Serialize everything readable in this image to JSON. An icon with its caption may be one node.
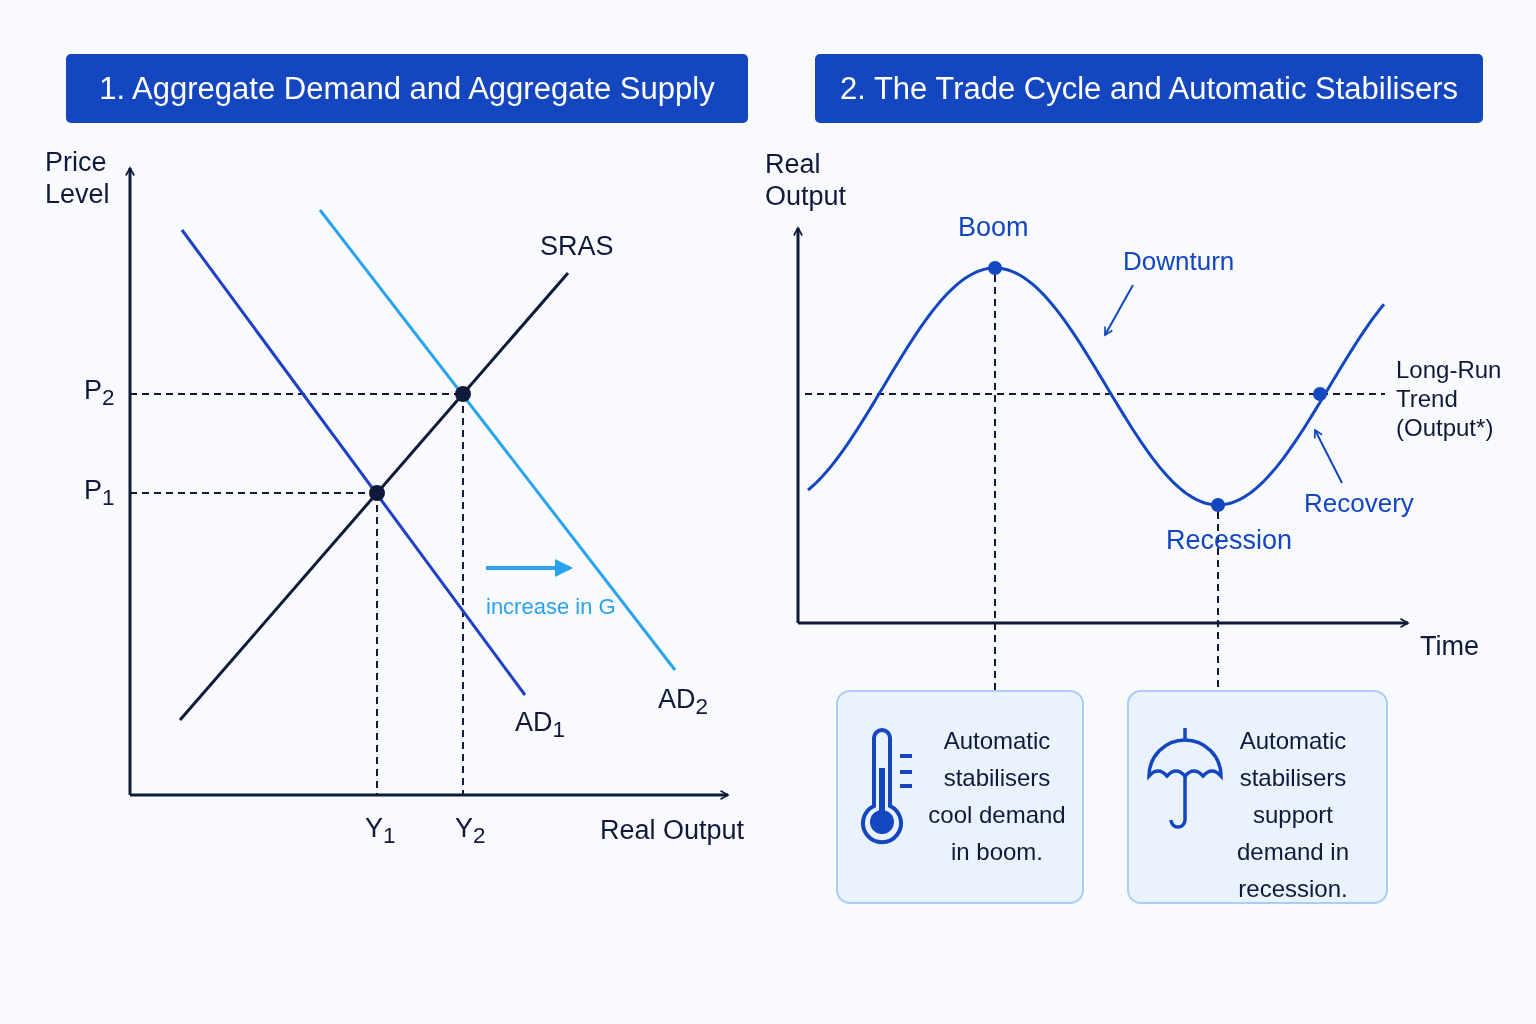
{
  "diagram": {
    "nodes": [
      {
        "text": [
          "1. Aggregate Demand and Aggregate Supply"
        ]
      },
      {
        "text": [
          "2. The Trade Cycle and Automatic Stabilisers"
        ]
      },
      {
        "text": [],
        "shape": "circle",
        "beside": [
          "Boom"
        ]
      },
      {
        "text": [],
        "shape": "circle",
        "beside": [
          "Recession"
        ]
      },
      {
        "text": [
          "Automatic stabilisers cool demand in boom."
        ]
      },
      {
        "text": [
          "Automatic stabilisers support demand in recession."
        ]
      },
      {
        "text": [
          "Downturn"
        ]
      },
      {
        "text": [
          "Recovery"
        ]
      }
    ],
    "edges": [
      {
        "from": 2,
        "to": 4,
        "arrow": "none",
        "style": "dashed"
      },
      {
        "from": 3,
        "to": 5,
        "arrow": "none",
        "style": "dashed"
      },
      {
        "from": 6,
        "to": null,
        "arrow": "to",
        "color": "#1446c0"
      },
      {
        "from": 7,
        "to": null,
        "arrow": "to",
        "color": "#1446c0"
      }
    ],
    "labels": [
      "Price Level",
      "SRAS",
      "P$_{2}$",
      "P$_{1}$",
      "increase in G",
      "AD$_{2}$",
      "AD$_{1}$",
      "Y$_{1}$",
      "Y$_{2}$",
      "Real Output",
      "Real Output",
      "Long-Run Trend (Output*)",
      "Time"
    ]
  }
}
